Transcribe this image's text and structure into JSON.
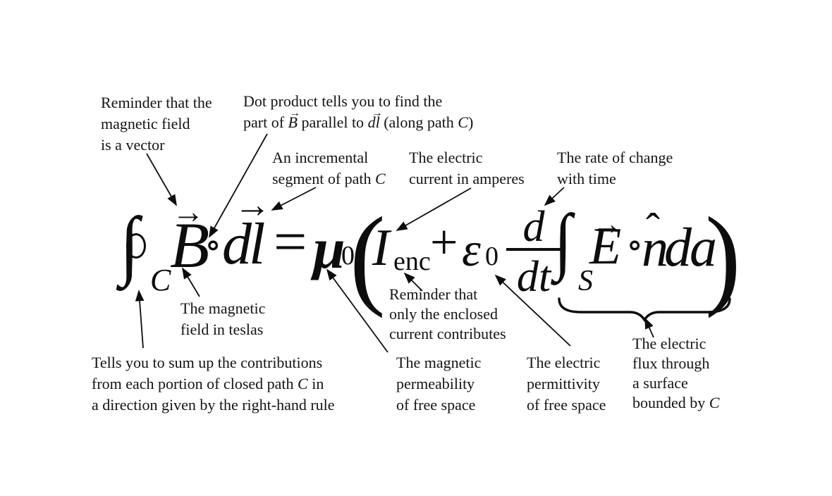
{
  "colors": {
    "background": "#ffffff",
    "ink": "#141414"
  },
  "equation": {
    "contour_integral": "∫",
    "contour_sub": "C",
    "B": "B",
    "vector_arrow": "→",
    "dot_operator": "∘",
    "dl": "dl",
    "equals": "=",
    "mu": "μ",
    "mu_sub": "0",
    "paren_open": "(",
    "I": "I",
    "I_sub": "enc",
    "plus": "+",
    "epsilon": "ε",
    "epsilon_sub": "0",
    "frac_numerator": "d",
    "frac_denominator": "dt",
    "surface_integral": "∫",
    "surface_sub": "S",
    "E": "E",
    "dot_operator2": "∘",
    "n": "n",
    "hat": "ˆ",
    "da": "da",
    "paren_close": ")"
  },
  "annotations": {
    "vector_reminder": {
      "lines": [
        "Reminder that the",
        "magnetic field",
        "is a vector"
      ]
    },
    "dot_product": {
      "line1": "Dot product tells you to find the",
      "line2": [
        {
          "text": "part of "
        },
        {
          "vec": "B"
        },
        {
          "text": " parallel to "
        },
        {
          "vec": "dl"
        },
        {
          "text": " (along path "
        },
        {
          "it": "C"
        },
        {
          "text": ")"
        }
      ]
    },
    "incremental_segment": {
      "line1": "An incremental",
      "line2": [
        {
          "text": "segment of path "
        },
        {
          "it": "C"
        }
      ]
    },
    "electric_current": {
      "lines": [
        "The electric",
        "current in amperes"
      ]
    },
    "rate_of_change": {
      "lines": [
        "The rate of change",
        "with time"
      ]
    },
    "magnetic_field_teslas": {
      "lines": [
        "The magnetic",
        "field in teslas"
      ]
    },
    "enclosed_current": {
      "lines": [
        "Reminder that",
        "only the enclosed",
        "current contributes"
      ]
    },
    "sum_contributions": {
      "line1": "Tells you to sum up the contributions",
      "line2": [
        {
          "text": "from each portion of closed path "
        },
        {
          "it": "C"
        },
        {
          "text": " in"
        }
      ],
      "line3": "a direction given by the right-hand rule"
    },
    "permeability": {
      "lines": [
        "The magnetic",
        "permeability",
        "of free space"
      ]
    },
    "permittivity": {
      "lines": [
        "The electric",
        "permittivity",
        "of free space"
      ]
    },
    "electric_flux": {
      "line1": "The electric",
      "line2": "flux through",
      "line3": "a surface",
      "line4": [
        {
          "text": "bounded by "
        },
        {
          "it": "C"
        }
      ]
    }
  },
  "connections": [
    {
      "from": "note-vector-reminder",
      "to": "vector-arrow-over-B"
    },
    {
      "from": "note-dot-product",
      "to": "dot-operator"
    },
    {
      "from": "note-incremental-segment",
      "to": "dl-segment"
    },
    {
      "from": "note-electric-current",
      "to": "enclosed-current-I"
    },
    {
      "from": "note-rate-of-change",
      "to": "time-derivative"
    },
    {
      "from": "note-magnetic-field-teslas",
      "to": "field-B"
    },
    {
      "from": "note-sum-contributions",
      "to": "contour-integral"
    },
    {
      "from": "note-enclosed-current",
      "to": "enc-subscript"
    },
    {
      "from": "note-permeability",
      "to": "mu-zero"
    },
    {
      "from": "note-permittivity",
      "to": "epsilon-zero"
    },
    {
      "from": "note-electric-flux",
      "to": "flux-underbrace"
    }
  ]
}
